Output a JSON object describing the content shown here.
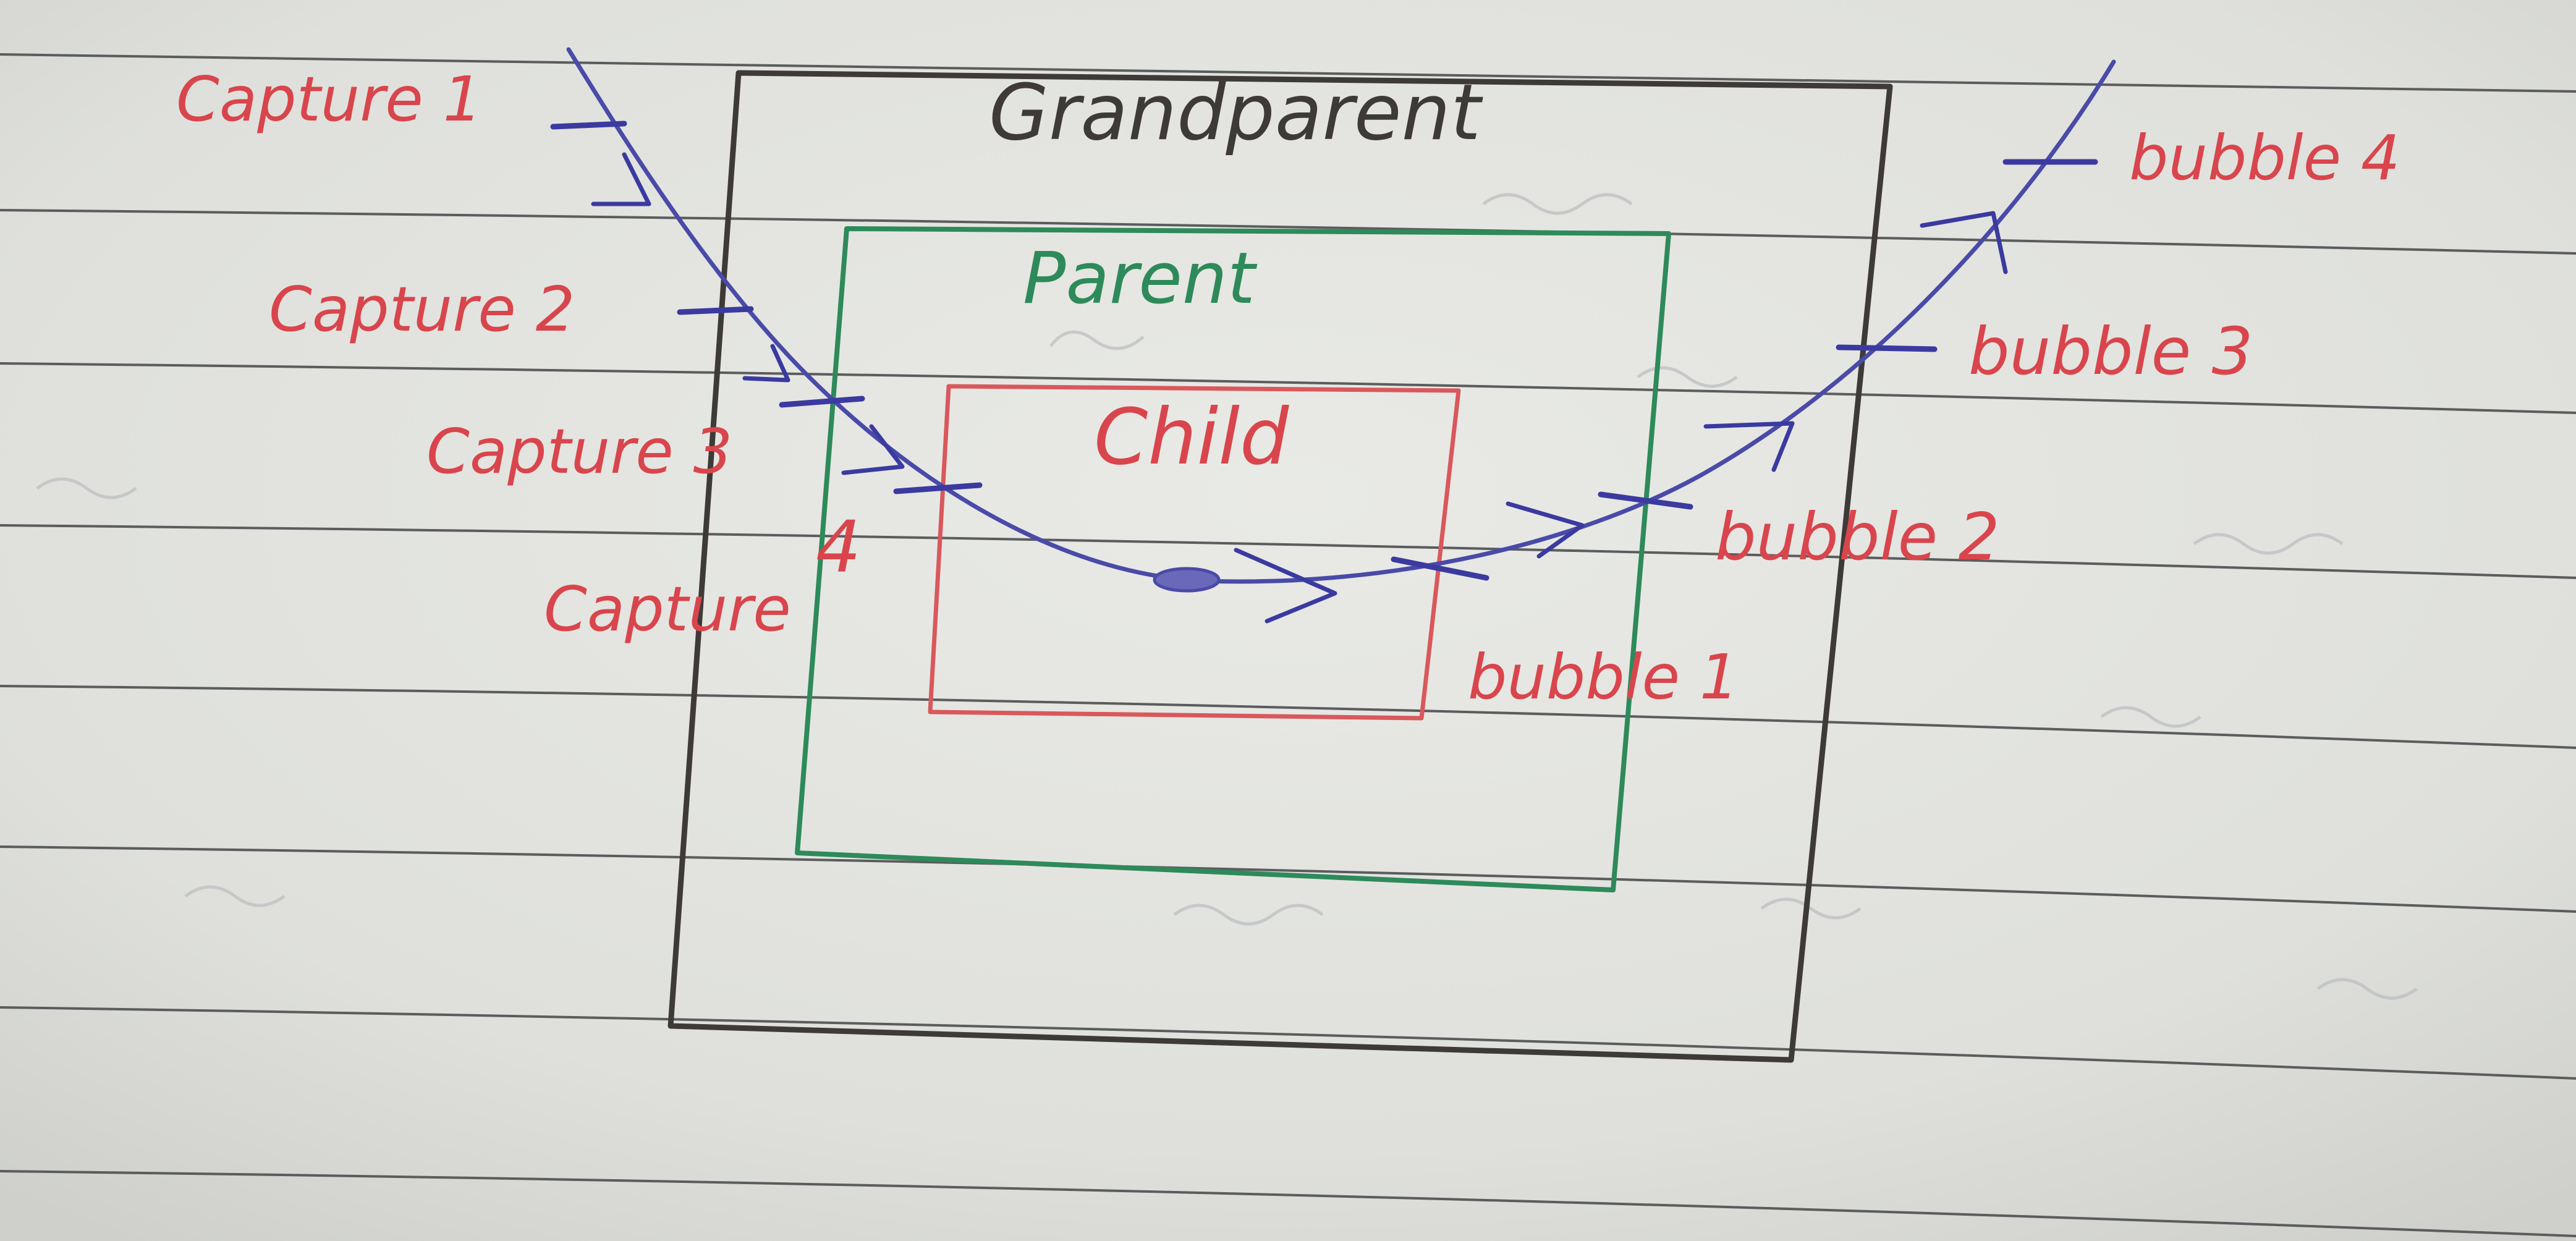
{
  "colors": {
    "paper": "#e2e3df",
    "rule_line": "#5a5c5e",
    "grandparent": "#3e3a38",
    "parent": "#2e8a5a",
    "child": "#d9585c",
    "path": "#4a4aa8",
    "label": "#d9454c",
    "ghost": "#b9bcc0"
  },
  "boxes": {
    "grandparent": "Grandparent",
    "parent": "Parent",
    "child": "Child"
  },
  "capture_labels": [
    "Capture 1",
    "Capture 2",
    "Capture 3",
    "4",
    "Capture"
  ],
  "bubble_labels": [
    "bubble 1",
    "bubble 2",
    "bubble 3",
    "bubble 4"
  ]
}
